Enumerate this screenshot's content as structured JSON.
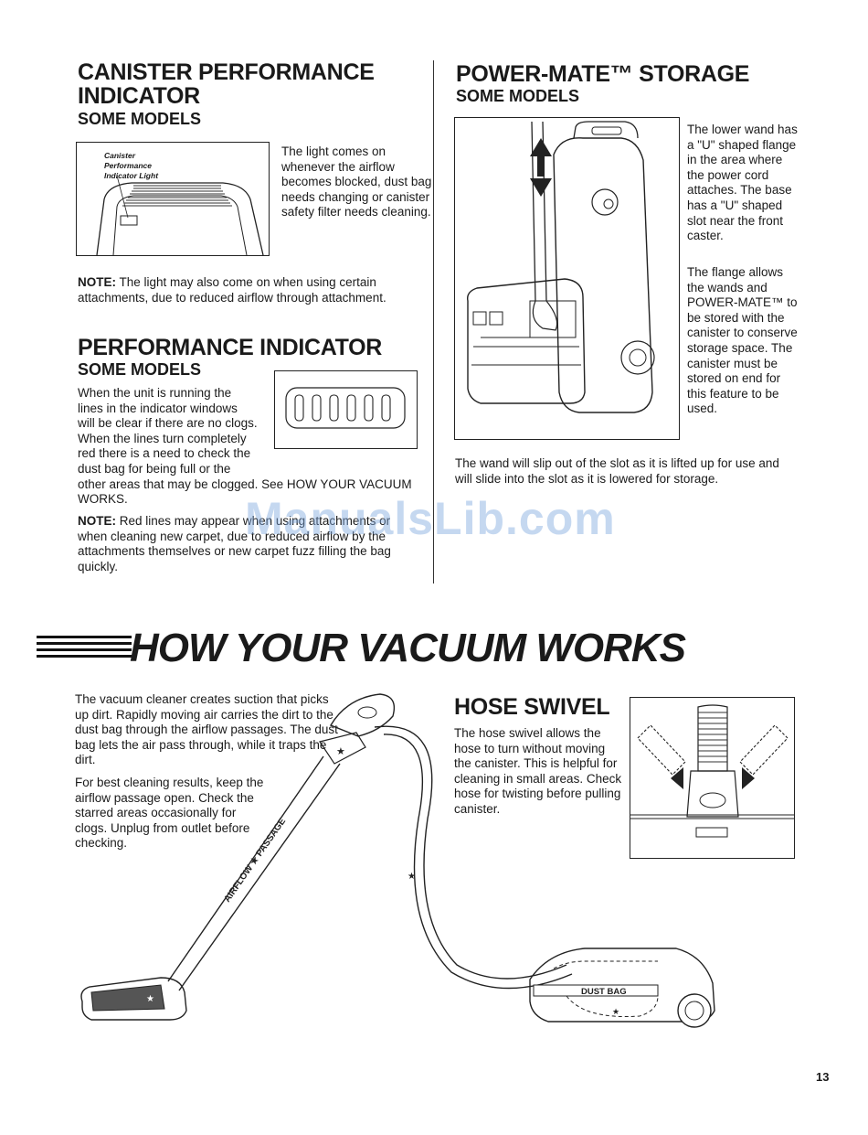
{
  "canister": {
    "title": "CANISTER PERFORMANCE INDICATOR",
    "subtitle": "SOME MODELS",
    "figure_caption_1": "Canister",
    "figure_caption_2": "Performance",
    "figure_caption_3": "Indicator Light",
    "text": "The light comes on whenever the airflow becomes blocked, dust bag needs changing or canister safety filter needs cleaning.",
    "note_label": "NOTE:",
    "note_text": " The light may also come on when using certain attachments, due to reduced airflow through attachment."
  },
  "performance": {
    "title": "PERFORMANCE INDICATOR",
    "subtitle": "SOME MODELS",
    "text": "When the unit is running the lines in the indicator windows will be clear if there are no clogs. When the lines turn completely red there is a need to check the dust bag for being full or the other areas that may be clogged. See HOW YOUR VACUUM WORKS.",
    "note_label": "NOTE:",
    "note_text": " Red lines may appear when using attachments or when cleaning new carpet, due to reduced airflow by the attachments themselves or new carpet fuzz filling the bag quickly."
  },
  "powermate": {
    "title": "POWER-MATE™ STORAGE",
    "subtitle": "SOME MODELS",
    "text_1": "The lower wand has a \"U\" shaped flange in the area where the power cord attaches. The base has a \"U\" shaped slot near the front caster.",
    "text_2": "The flange allows the wands and POWER-MATE™ to be stored with the canister to conserve storage space. The canister must be stored on end for this feature to be used.",
    "text_3": "The wand will slip out of the slot as it is lifted up for use and will slide into the slot as it is lowered for storage."
  },
  "watermark": "ManualsLib.com",
  "how": {
    "title": "HOW YOUR VACUUM WORKS",
    "text_1": "The vacuum cleaner creates suction that picks up dirt. Rapidly moving air carries the dirt to the dust bag through the airflow passages. The dust bag lets the air pass through, while it traps the dirt.",
    "text_2": "For best cleaning results, keep the airflow passage open. Check the starred areas occasionally for clogs. Unplug from outlet before checking.",
    "airflow_label": "AIRFLOW ★ PASSAGE",
    "dust_bag_label": "DUST BAG"
  },
  "swivel": {
    "title": "HOSE SWIVEL",
    "text": "The hose swivel allows the hose to turn without moving the canister. This is helpful for cleaning in small areas. Check hose for twisting before pulling canister."
  },
  "page_number": "13"
}
